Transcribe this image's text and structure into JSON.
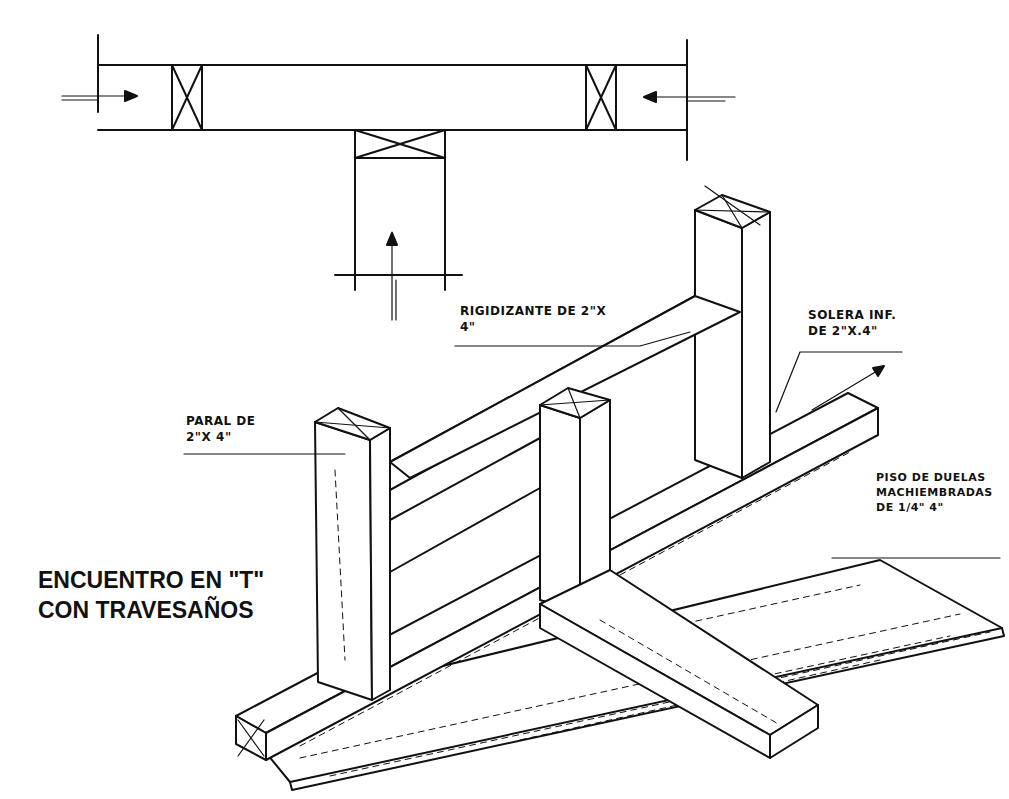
{
  "diagram": {
    "title": "ENCUENTRO EN \"T\" CON TRAVESAÑOS",
    "labels": [
      "RIGIDIZANTE DE 2\"X 4\"",
      "SOLERA INF. DE 2\"X.4\"",
      "PARAL DE 2\"X 4\"",
      "PISO DE DUELAS MACHIEMBRADAS DE 1/4\" 4\""
    ]
  }
}
